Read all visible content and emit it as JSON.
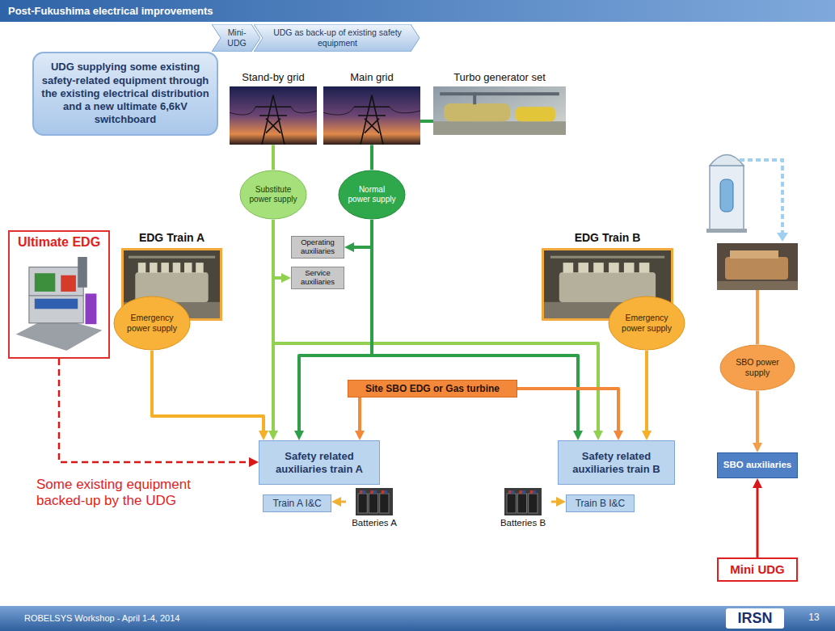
{
  "diagram": {
    "title": "Post-Fukushima electrical improvements",
    "nodes": [
      {
        "text": [
          "Mini-UDG"
        ]
      },
      {
        "text": [
          "UDG as back-up of existing safety equipment"
        ]
      },
      {
        "text": [
          "UDG supplying some existing safety-related equipment through the existing electrical distribution and a new ultimate 6,6kV switchboard"
        ]
      },
      {
        "text": [
          "Stand-by grid"
        ]
      },
      {
        "text": [
          "Main grid"
        ]
      },
      {
        "text": [
          "Turbo generator set"
        ]
      },
      {
        "text": [
          "Ultimate EDG"
        ]
      },
      {
        "text": [
          "Substitute power supply"
        ]
      },
      {
        "text": [
          "Normal power supply"
        ]
      },
      {
        "text": [
          "EDG Train A"
        ]
      },
      {
        "text": [
          "Operating auxiliaries"
        ]
      },
      {
        "text": [
          "Service auxiliaries"
        ]
      },
      {
        "text": [
          "EDG Train B"
        ]
      },
      {
        "text": [
          "Emergency power supply"
        ]
      },
      {
        "text": [
          "Emergency power supply"
        ]
      },
      {
        "text": [
          "Site SBO EDG or Gas turbine"
        ]
      },
      {
        "text": [
          "SBO power supply"
        ]
      },
      {
        "text": [
          "Safety related auxiliaries train A"
        ]
      },
      {
        "text": [
          "Safety related auxiliaries train B"
        ]
      },
      {
        "text": [
          "SBO auxiliaries"
        ]
      },
      {
        "text": [
          "Train A I&C"
        ]
      },
      {
        "text": [
          "Batteries A"
        ]
      },
      {
        "text": [
          "Batteries B"
        ]
      },
      {
        "text": [
          "Train B I&C"
        ]
      },
      {
        "text": [
          "Mini UDG"
        ]
      }
    ],
    "edges": [
      {
        "from": 5,
        "to": 4,
        "arrow": "none"
      },
      {
        "from": 3,
        "to": 7,
        "arrow": "none"
      },
      {
        "from": 4,
        "to": 8,
        "arrow": "none"
      },
      {
        "from": 7,
        "to": 11,
        "arrow": "to"
      },
      {
        "from": 8,
        "to": 10,
        "arrow": "to"
      },
      {
        "from": 7,
        "to": 17,
        "arrow": "to"
      },
      {
        "from": 7,
        "to": 18,
        "arrow": "to"
      },
      {
        "from": 8,
        "to": 17,
        "arrow": "to"
      },
      {
        "from": 8,
        "to": 18,
        "arrow": "to"
      },
      {
        "from": 13,
        "to": 17,
        "arrow": "to"
      },
      {
        "from": 14,
        "to": 18,
        "arrow": "to"
      },
      {
        "from": 15,
        "to": 17,
        "arrow": "to"
      },
      {
        "from": 15,
        "to": 18,
        "arrow": "to"
      },
      {
        "from": 6,
        "to": 17,
        "arrow": "to"
      },
      {
        "from": 16,
        "to": 19,
        "arrow": "to"
      },
      {
        "from": 24,
        "to": 19,
        "arrow": "to"
      },
      {
        "from": 21,
        "to": 20,
        "arrow": "to"
      },
      {
        "from": 22,
        "to": 23,
        "arrow": "to"
      }
    ],
    "labels": [
      "Some existing equipment backed-up by the UDG",
      "ROBELSYS Workshop - April 1-4, 2014",
      "IRSN",
      "13"
    ]
  }
}
